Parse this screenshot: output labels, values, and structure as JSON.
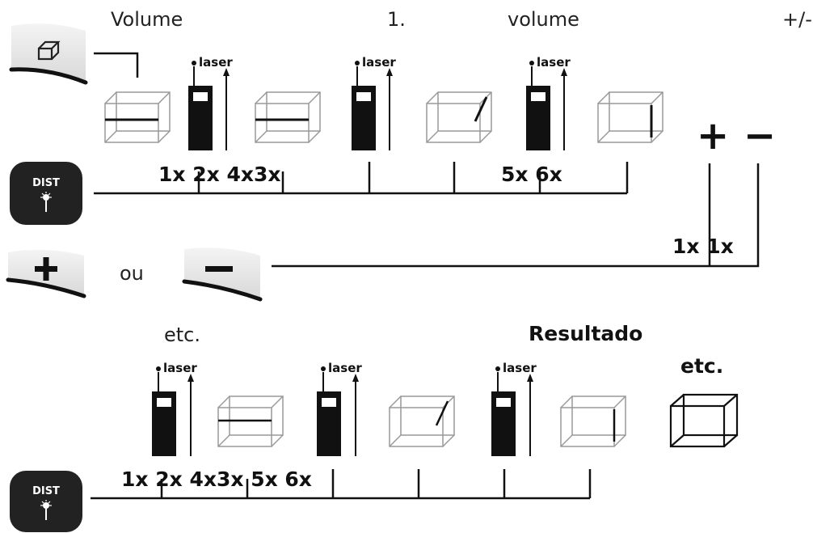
{
  "header": {
    "volume_label": "Volume",
    "step_number": "1.",
    "volume_label_2": "volume",
    "plus_minus": "+/-"
  },
  "laser_label": "laser",
  "dist_key_label": "DIST",
  "plus_sign": "+",
  "minus_sign": "−",
  "top_sequence": {
    "counts_a": "1x 2x 4x3x",
    "counts_b": "5x 6x",
    "adjust_counts": "1x 1x"
  },
  "connector_word": "ou",
  "bottom_sequence": {
    "etc_left": "etc.",
    "result_label": "Resultado",
    "etc_right": "etc.",
    "counts": "1x 2x 4x3x 5x 6x"
  }
}
